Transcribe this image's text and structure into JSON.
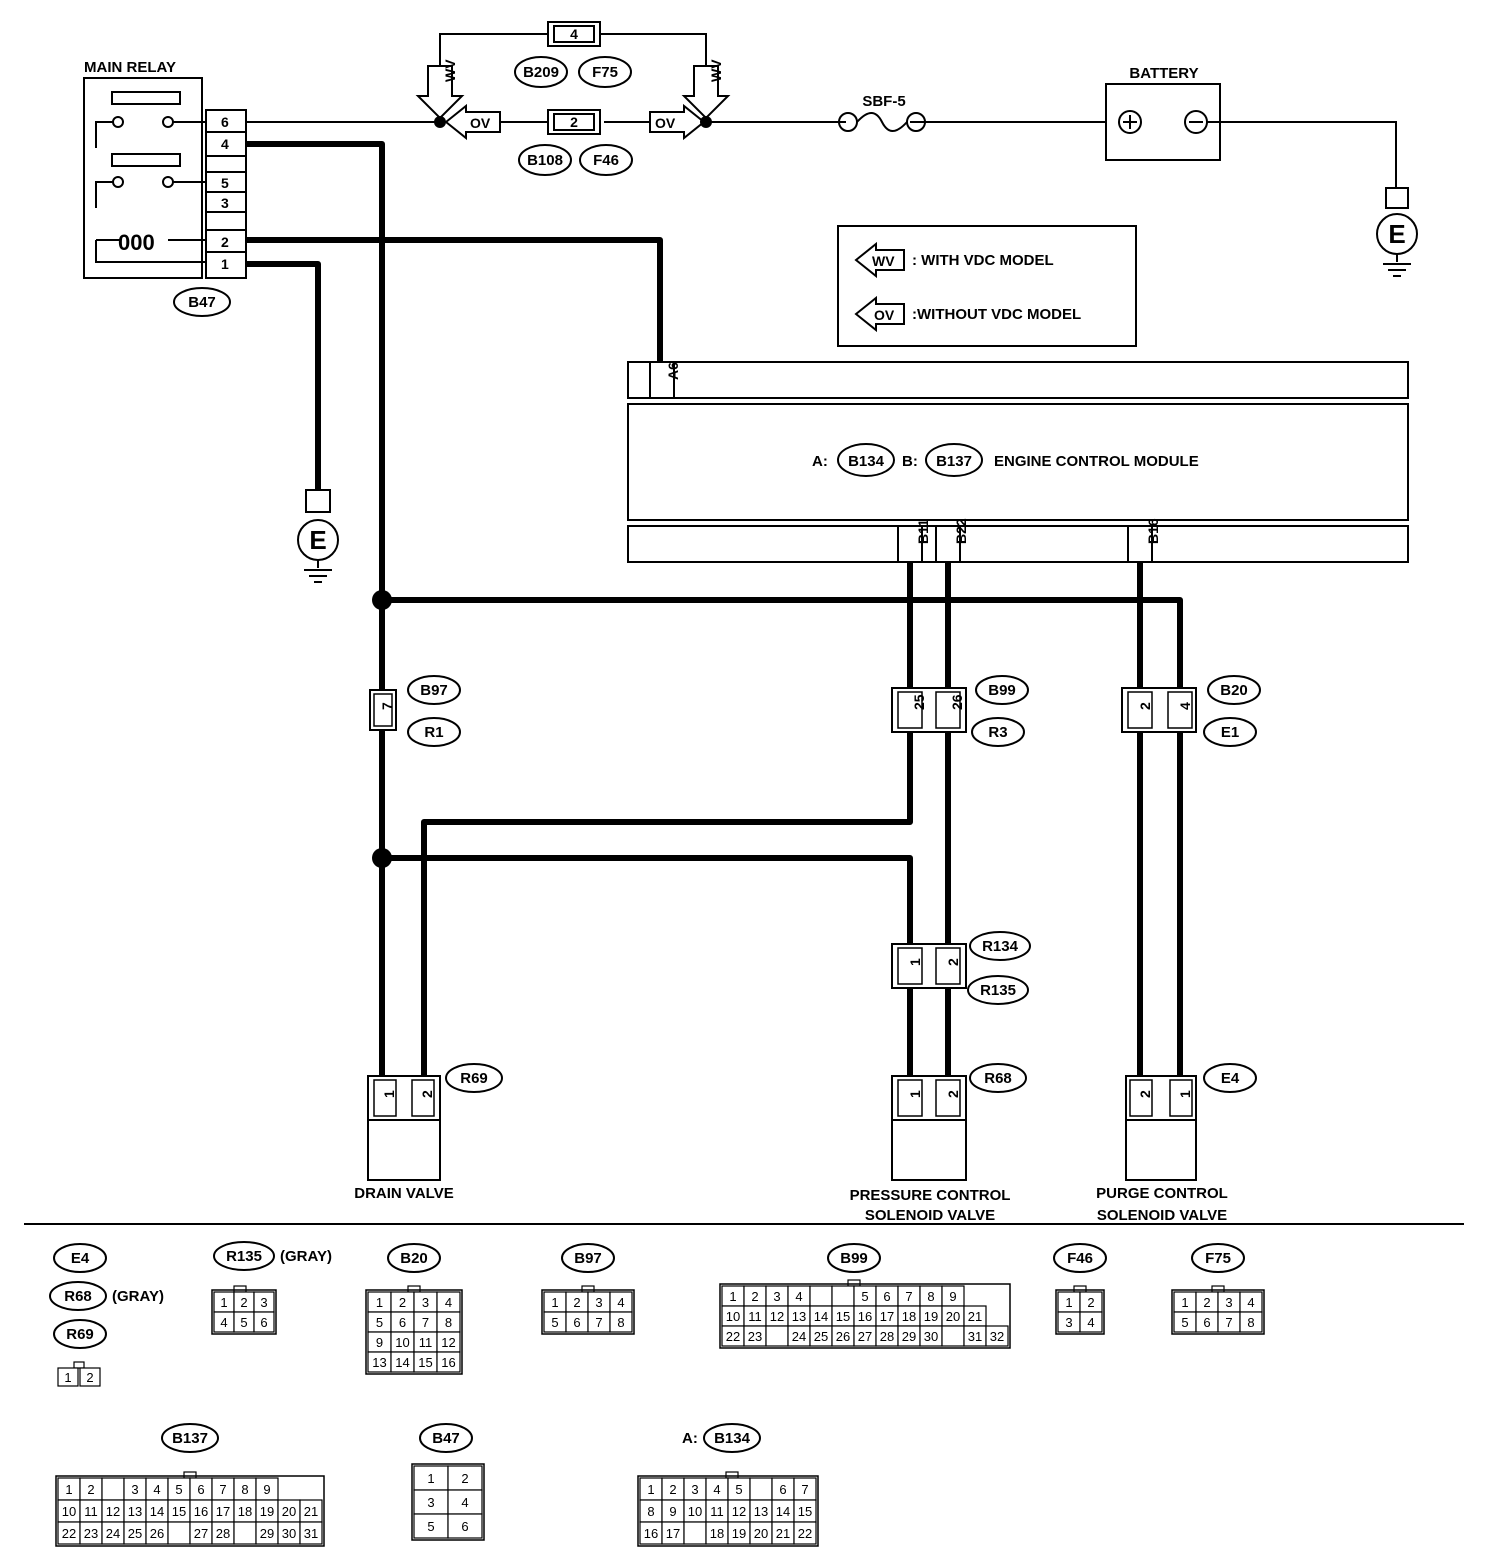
{
  "main_relay": {
    "title": "MAIN RELAY",
    "pins": [
      "6",
      "4",
      "5",
      "3",
      "2",
      "1"
    ],
    "coil": "000",
    "connector": "B47"
  },
  "top_circuit": {
    "conn_wv": {
      "pin": "4",
      "ids": [
        "B209",
        "F75"
      ]
    },
    "conn_ov": {
      "pin": "2",
      "ids": [
        "B108",
        "F46"
      ]
    },
    "wv": "WV",
    "ov": "OV",
    "fuse": "SBF-5",
    "battery": {
      "title": "BATTERY",
      "plus": "+",
      "minus": "−"
    }
  },
  "legend": {
    "wv_tag": "WV",
    "wv_text": ": WITH VDC MODEL",
    "ov_tag": "OV",
    "ov_text": ":WITHOUT VDC MODEL"
  },
  "ground": "E",
  "ecm": {
    "top_pin": "A6",
    "prefix_a": "A:",
    "conn_a": "B134",
    "prefix_b": "B:",
    "conn_b": "B137",
    "title": "ENGINE CONTROL MODULE",
    "bottom_pins": [
      "B11",
      "B22",
      "B16"
    ]
  },
  "inline": {
    "b97": {
      "pin": "7",
      "ids": [
        "B97",
        "R1"
      ]
    },
    "b99": {
      "pins": [
        "25",
        "26"
      ],
      "ids": [
        "B99",
        "R3"
      ]
    },
    "b20": {
      "pins": [
        "2",
        "4"
      ],
      "ids": [
        "B20",
        "E1"
      ]
    },
    "r134": {
      "pins": [
        "1",
        "2"
      ],
      "ids": [
        "R134",
        "R135"
      ]
    }
  },
  "components": {
    "drain": {
      "conn": "R69",
      "pins": [
        "1",
        "2"
      ],
      "label": "DRAIN VALVE"
    },
    "pressure": {
      "conn": "R68",
      "pins": [
        "1",
        "2"
      ],
      "label1": "PRESSURE CONTROL",
      "label2": "SOLENOID VALVE"
    },
    "purge": {
      "conn": "E4",
      "pins": [
        "2",
        "1"
      ],
      "label1": "PURGE CONTROL",
      "label2": "SOLENOID VALVE"
    }
  },
  "connector_views": {
    "e4_r68_r69": {
      "ids": [
        "E4",
        "R68",
        "R69"
      ],
      "gray": "(GRAY)",
      "pins": [
        "1",
        "2"
      ]
    },
    "r135": {
      "id": "R135",
      "gray": "(GRAY)",
      "rows": [
        [
          "1",
          "2",
          "3"
        ],
        [
          "4",
          "5",
          "6"
        ]
      ]
    },
    "b20": {
      "id": "B20",
      "rows": [
        [
          "1",
          "2",
          "3",
          "4"
        ],
        [
          "5",
          "6",
          "7",
          "8"
        ],
        [
          "9",
          "10",
          "11",
          "12"
        ],
        [
          "13",
          "14",
          "15",
          "16"
        ]
      ]
    },
    "b97": {
      "id": "B97",
      "rows": [
        [
          "1",
          "2",
          "3",
          "4"
        ],
        [
          "5",
          "6",
          "7",
          "8"
        ]
      ]
    },
    "b99": {
      "id": "B99",
      "rows": [
        [
          "1",
          "2",
          "3",
          "4",
          "",
          "",
          "5",
          "6",
          "7",
          "8",
          "9"
        ],
        [
          "10",
          "11",
          "12",
          "13",
          "14",
          "15",
          "16",
          "17",
          "18",
          "19",
          "20",
          "21"
        ],
        [
          "22",
          "23",
          "",
          "24",
          "25",
          "26",
          "27",
          "28",
          "29",
          "30",
          "",
          "31",
          "32"
        ]
      ]
    },
    "f46": {
      "id": "F46",
      "rows": [
        [
          "1",
          "2"
        ],
        [
          "3",
          "4"
        ]
      ]
    },
    "f75": {
      "id": "F75",
      "rows": [
        [
          "1",
          "2",
          "3",
          "4"
        ],
        [
          "5",
          "6",
          "7",
          "8"
        ]
      ]
    },
    "b137": {
      "id": "B137",
      "rows": [
        [
          "1",
          "2",
          "",
          "3",
          "4",
          "5",
          "6",
          "7",
          "8",
          "9"
        ],
        [
          "10",
          "11",
          "12",
          "13",
          "14",
          "15",
          "16",
          "17",
          "18",
          "19",
          "20",
          "21"
        ],
        [
          "22",
          "23",
          "24",
          "25",
          "26",
          "",
          "27",
          "28",
          "",
          "29",
          "30",
          "31"
        ]
      ]
    },
    "b47": {
      "id": "B47",
      "rows": [
        [
          "1",
          "2"
        ],
        [
          "3",
          "4"
        ],
        [
          "5",
          "6"
        ]
      ]
    },
    "b134": {
      "prefix": "A:",
      "id": "B134",
      "rows": [
        [
          "1",
          "2",
          "3",
          "4",
          "5",
          "",
          "6",
          "7"
        ],
        [
          "8",
          "9",
          "10",
          "11",
          "12",
          "13",
          "14",
          "15"
        ],
        [
          "16",
          "17",
          "",
          "18",
          "19",
          "20",
          "21",
          "22"
        ]
      ]
    }
  }
}
